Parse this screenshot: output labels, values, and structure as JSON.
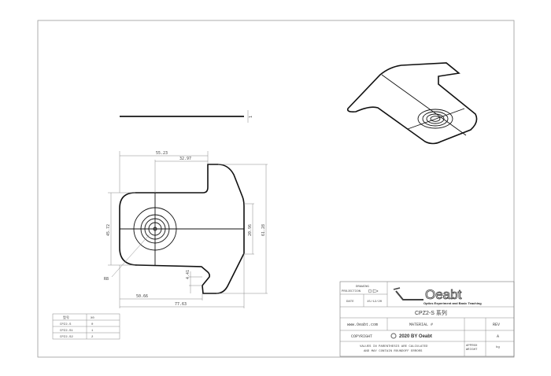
{
  "dimensions": {
    "d1": "55.23",
    "d2": "32.97",
    "d3": "45.72",
    "d4": "20.96",
    "d5": "61.28",
    "d6": "4.41",
    "d7": "50.66",
    "d8": "77.63",
    "radius": "R8",
    "thickness": "1"
  },
  "parts_table": {
    "headers": [
      "型号",
      "X0"
    ],
    "rows": [
      [
        "CPZ2-S",
        "0"
      ],
      [
        "CPZ2-S1",
        "1"
      ],
      [
        "CPZ2-S2",
        "2"
      ]
    ]
  },
  "title_block": {
    "drawing_label": "DRAWING",
    "projection_label": "PROJECTION",
    "date_label": "DATE",
    "date_value": "15/12/20",
    "logo_text": "Oeabt",
    "logo_tagline": "Optics Experiment and Basic Teaching",
    "title": "CPZ2-S 系列",
    "website": "www.Oeabt.com",
    "material_label": "MATERIAL #",
    "rev_label": "REV",
    "rev_value": "A",
    "copyright_label": "COPYRIGHT",
    "copyright_text": "2020 BY Oeabt",
    "note_line1": "VALUES IN PARENTHESIS ARE CALCULATED",
    "note_line2": "AND MAY CONTAIN ROUNDOFF ERRORS",
    "approx_label": "APPROX",
    "weight_label": "WEIGHT",
    "weight_unit": "kg"
  }
}
